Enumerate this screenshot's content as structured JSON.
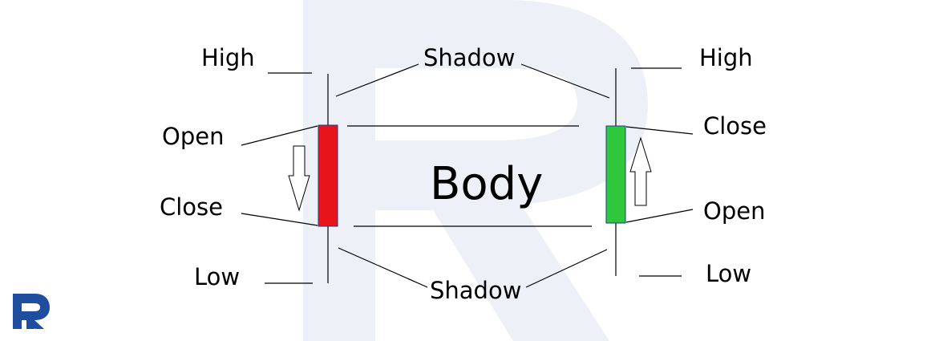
{
  "labels": {
    "left_high": "High",
    "left_open": "Open",
    "left_close": "Close",
    "left_low": "Low",
    "right_high": "High",
    "right_close": "Close",
    "right_open": "Open",
    "right_low": "Low",
    "shadow_top": "Shadow",
    "shadow_bottom": "Shadow",
    "body": "Body"
  },
  "colors": {
    "bearish_body": "#e8141c",
    "bullish_body": "#2fc83c",
    "watermark": "#eef0f8",
    "logo": "#1f4e9e",
    "outline": "#1f3a8a"
  },
  "icons": {
    "logo": "r-logo-icon",
    "down_arrow": "down-arrow-icon",
    "up_arrow": "up-arrow-icon"
  }
}
